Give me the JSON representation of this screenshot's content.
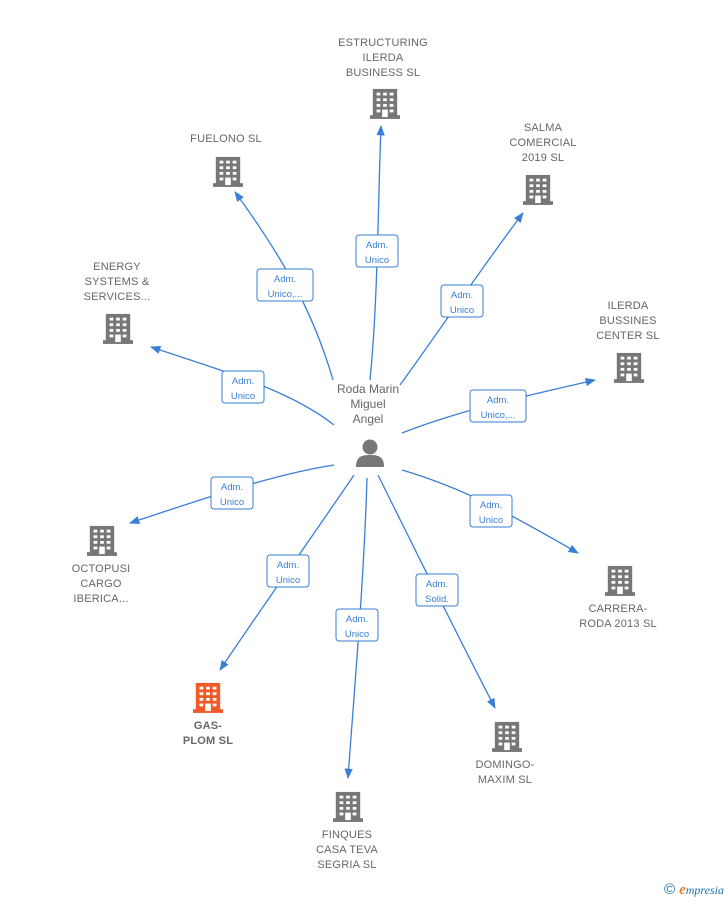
{
  "center": {
    "label": [
      "Roda Marin",
      "Miguel",
      "Angel"
    ],
    "icon": "person-icon"
  },
  "colors": {
    "edge": "#3a7fd5",
    "building": "#777777",
    "highlight": "#f05a28",
    "text": "#666666"
  },
  "companies": [
    {
      "id": "estructuring",
      "label": [
        "ESTRUCTURING",
        "ILERDA",
        "BUSINESS SL"
      ],
      "relation": [
        "Adm.",
        "Unico"
      ],
      "highlight": false
    },
    {
      "id": "fuelono",
      "label": [
        "FUELONO  SL"
      ],
      "relation": [
        "Adm.",
        "Unico,..."
      ],
      "highlight": false
    },
    {
      "id": "salma",
      "label": [
        "SALMA",
        "COMERCIAL",
        "2019  SL"
      ],
      "relation": [
        "Adm.",
        "Unico"
      ],
      "highlight": false
    },
    {
      "id": "energy",
      "label": [
        "ENERGY",
        "SYSTEMS &",
        "SERVICES..."
      ],
      "relation": [
        "Adm.",
        "Unico"
      ],
      "highlight": false
    },
    {
      "id": "ilerda-bussines",
      "label": [
        "ILERDA",
        "BUSSINES",
        "CENTER SL"
      ],
      "relation": [
        "Adm.",
        "Unico,..."
      ],
      "highlight": false
    },
    {
      "id": "octopusi",
      "label": [
        "OCTOPUSI",
        "CARGO",
        "IBERICA..."
      ],
      "relation": [
        "Adm.",
        "Unico"
      ],
      "highlight": false
    },
    {
      "id": "carrera-roda",
      "label": [
        "CARRERA-",
        "RODA 2013 SL"
      ],
      "relation": [
        "Adm.",
        "Unico"
      ],
      "highlight": false
    },
    {
      "id": "gas-plom",
      "label": [
        "GAS-",
        "PLOM  SL"
      ],
      "relation": [
        "Adm.",
        "Unico"
      ],
      "highlight": true
    },
    {
      "id": "finques",
      "label": [
        "FINQUES",
        "CASA TEVA",
        "SEGRIA  SL"
      ],
      "relation": [
        "Adm.",
        "Unico"
      ],
      "highlight": false
    },
    {
      "id": "domingo-maxim",
      "label": [
        "DOMINGO-",
        "MAXIM SL"
      ],
      "relation": [
        "Adm.",
        "Solid."
      ],
      "highlight": false
    }
  ],
  "footer": {
    "copyright": "©",
    "brand_initial": "e",
    "brand_rest": "mpresia"
  }
}
